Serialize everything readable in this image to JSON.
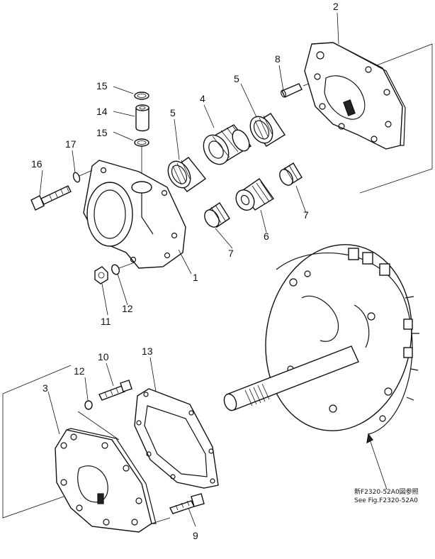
{
  "callouts": {
    "p1": "1",
    "p2": "2",
    "p3": "3",
    "p4": "4",
    "p5a": "5",
    "p5b": "5",
    "p6": "6",
    "p7a": "7",
    "p7b": "7",
    "p8": "8",
    "p9": "9",
    "p10": "10",
    "p11": "11",
    "p12a": "12",
    "p12b": "12",
    "p13": "13",
    "p14": "14",
    "p15a": "15",
    "p15b": "15",
    "p16": "16",
    "p17": "17"
  },
  "reference": {
    "line1": "新F2320-52A0図参照",
    "line2": "See Fig.F2320-52A0"
  },
  "colors": {
    "ink": "#111111",
    "paper": "#ffffff"
  }
}
